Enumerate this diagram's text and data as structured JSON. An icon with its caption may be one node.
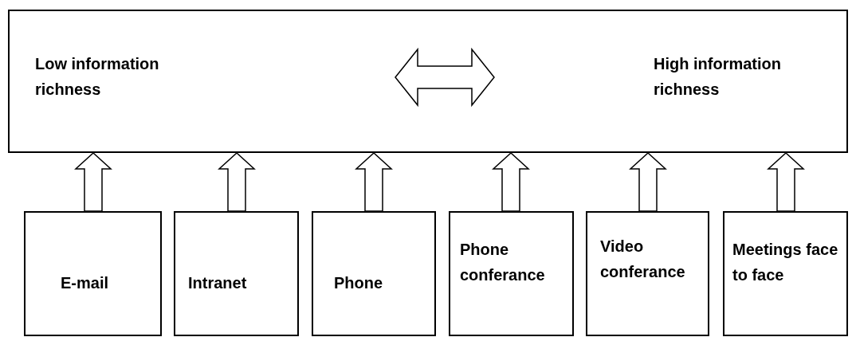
{
  "diagram": {
    "nodes": [
      {
        "text": [
          "Low information richness",
          "High information richness"
        ]
      },
      {
        "text": [
          "E-mail"
        ]
      },
      {
        "text": [
          "Intranet"
        ]
      },
      {
        "text": [
          "Phone"
        ]
      },
      {
        "text": [
          "Phone conferance"
        ]
      },
      {
        "text": [
          "Video conferance"
        ]
      },
      {
        "text": [
          "Meetings face to face"
        ]
      }
    ],
    "edges": [
      {
        "from": 1,
        "to": 0,
        "arrow": "to"
      },
      {
        "from": 2,
        "to": 0,
        "arrow": "to"
      },
      {
        "from": 3,
        "to": 0,
        "arrow": "to"
      },
      {
        "from": 4,
        "to": 0,
        "arrow": "to"
      },
      {
        "from": 5,
        "to": 0,
        "arrow": "to"
      },
      {
        "from": 6,
        "to": 0,
        "arrow": "to"
      }
    ]
  }
}
